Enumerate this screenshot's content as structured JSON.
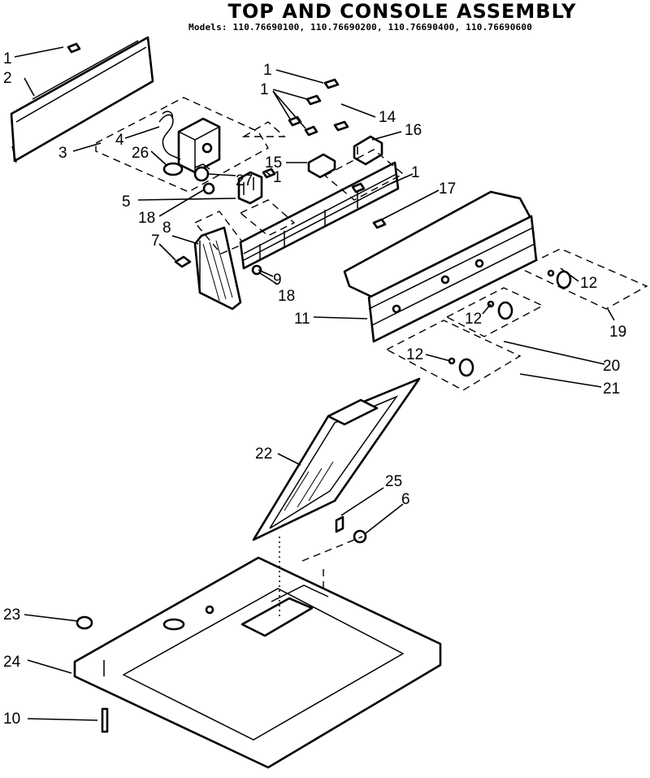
{
  "title": "TOP AND CONSOLE ASSEMBLY",
  "models_label": "Models:",
  "models": "110.76690100, 110.76690200, 110.76690400, 110.76690600",
  "callouts": {
    "c1a": "1",
    "c2": "2",
    "c3": "3",
    "c4": "4",
    "c26": "26",
    "c27": "27",
    "c1b": "1",
    "c5": "5",
    "c18a": "18",
    "c8": "8",
    "c7": "7",
    "c9": "9",
    "c18b": "18",
    "c1c": "1",
    "c1d": "1",
    "c14": "14",
    "c16": "16",
    "c15": "15",
    "c1e": "1",
    "c17": "17",
    "c11": "11",
    "c12a": "12",
    "c12b": "12",
    "c12c": "12",
    "c19": "19",
    "c20": "20",
    "c21": "21",
    "c22": "22",
    "c25": "25",
    "c6": "6",
    "c23": "23",
    "c24": "24",
    "c10": "10"
  }
}
